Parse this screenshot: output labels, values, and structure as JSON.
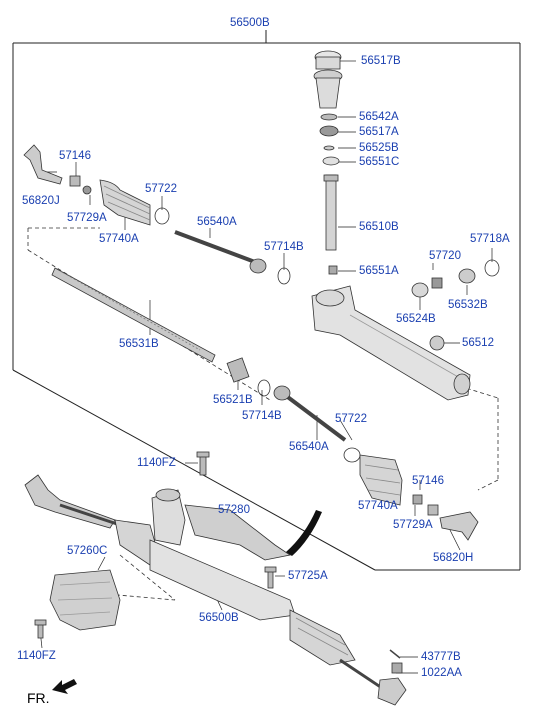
{
  "diagram": {
    "labels": {
      "assembly_top": "56500B",
      "p56517B": "56517B",
      "p56542A": "56542A",
      "p56517A": "56517A",
      "p56525B": "56525B",
      "p56551C": "56551C",
      "p57146_top": "57146",
      "p56820J": "56820J",
      "p57729A_top": "57729A",
      "p57722_top": "57722",
      "p57740A_top": "57740A",
      "p56540A_top": "56540A",
      "p56510B": "56510B",
      "p57714B_top": "57714B",
      "p57720": "57720",
      "p57718A": "57718A",
      "p56551A": "56551A",
      "p56532B": "56532B",
      "p56524B": "56524B",
      "p56512": "56512",
      "p56531B": "56531B",
      "p56521B": "56521B",
      "p57714B_mid": "57714B",
      "p57722_mid": "57722",
      "p56540A_mid": "56540A",
      "p1140FZ_top": "1140FZ",
      "p57146_mid": "57146",
      "p57740A_mid": "57740A",
      "p57729A_mid": "57729A",
      "p56820H": "56820H",
      "p57280": "57280",
      "p57260C": "57260C",
      "p57725A": "57725A",
      "p56500B_bottom": "56500B",
      "p1140FZ_bottom": "1140FZ",
      "p43777B": "43777B",
      "p1022AA": "1022AA",
      "front_marker": "FR."
    }
  }
}
